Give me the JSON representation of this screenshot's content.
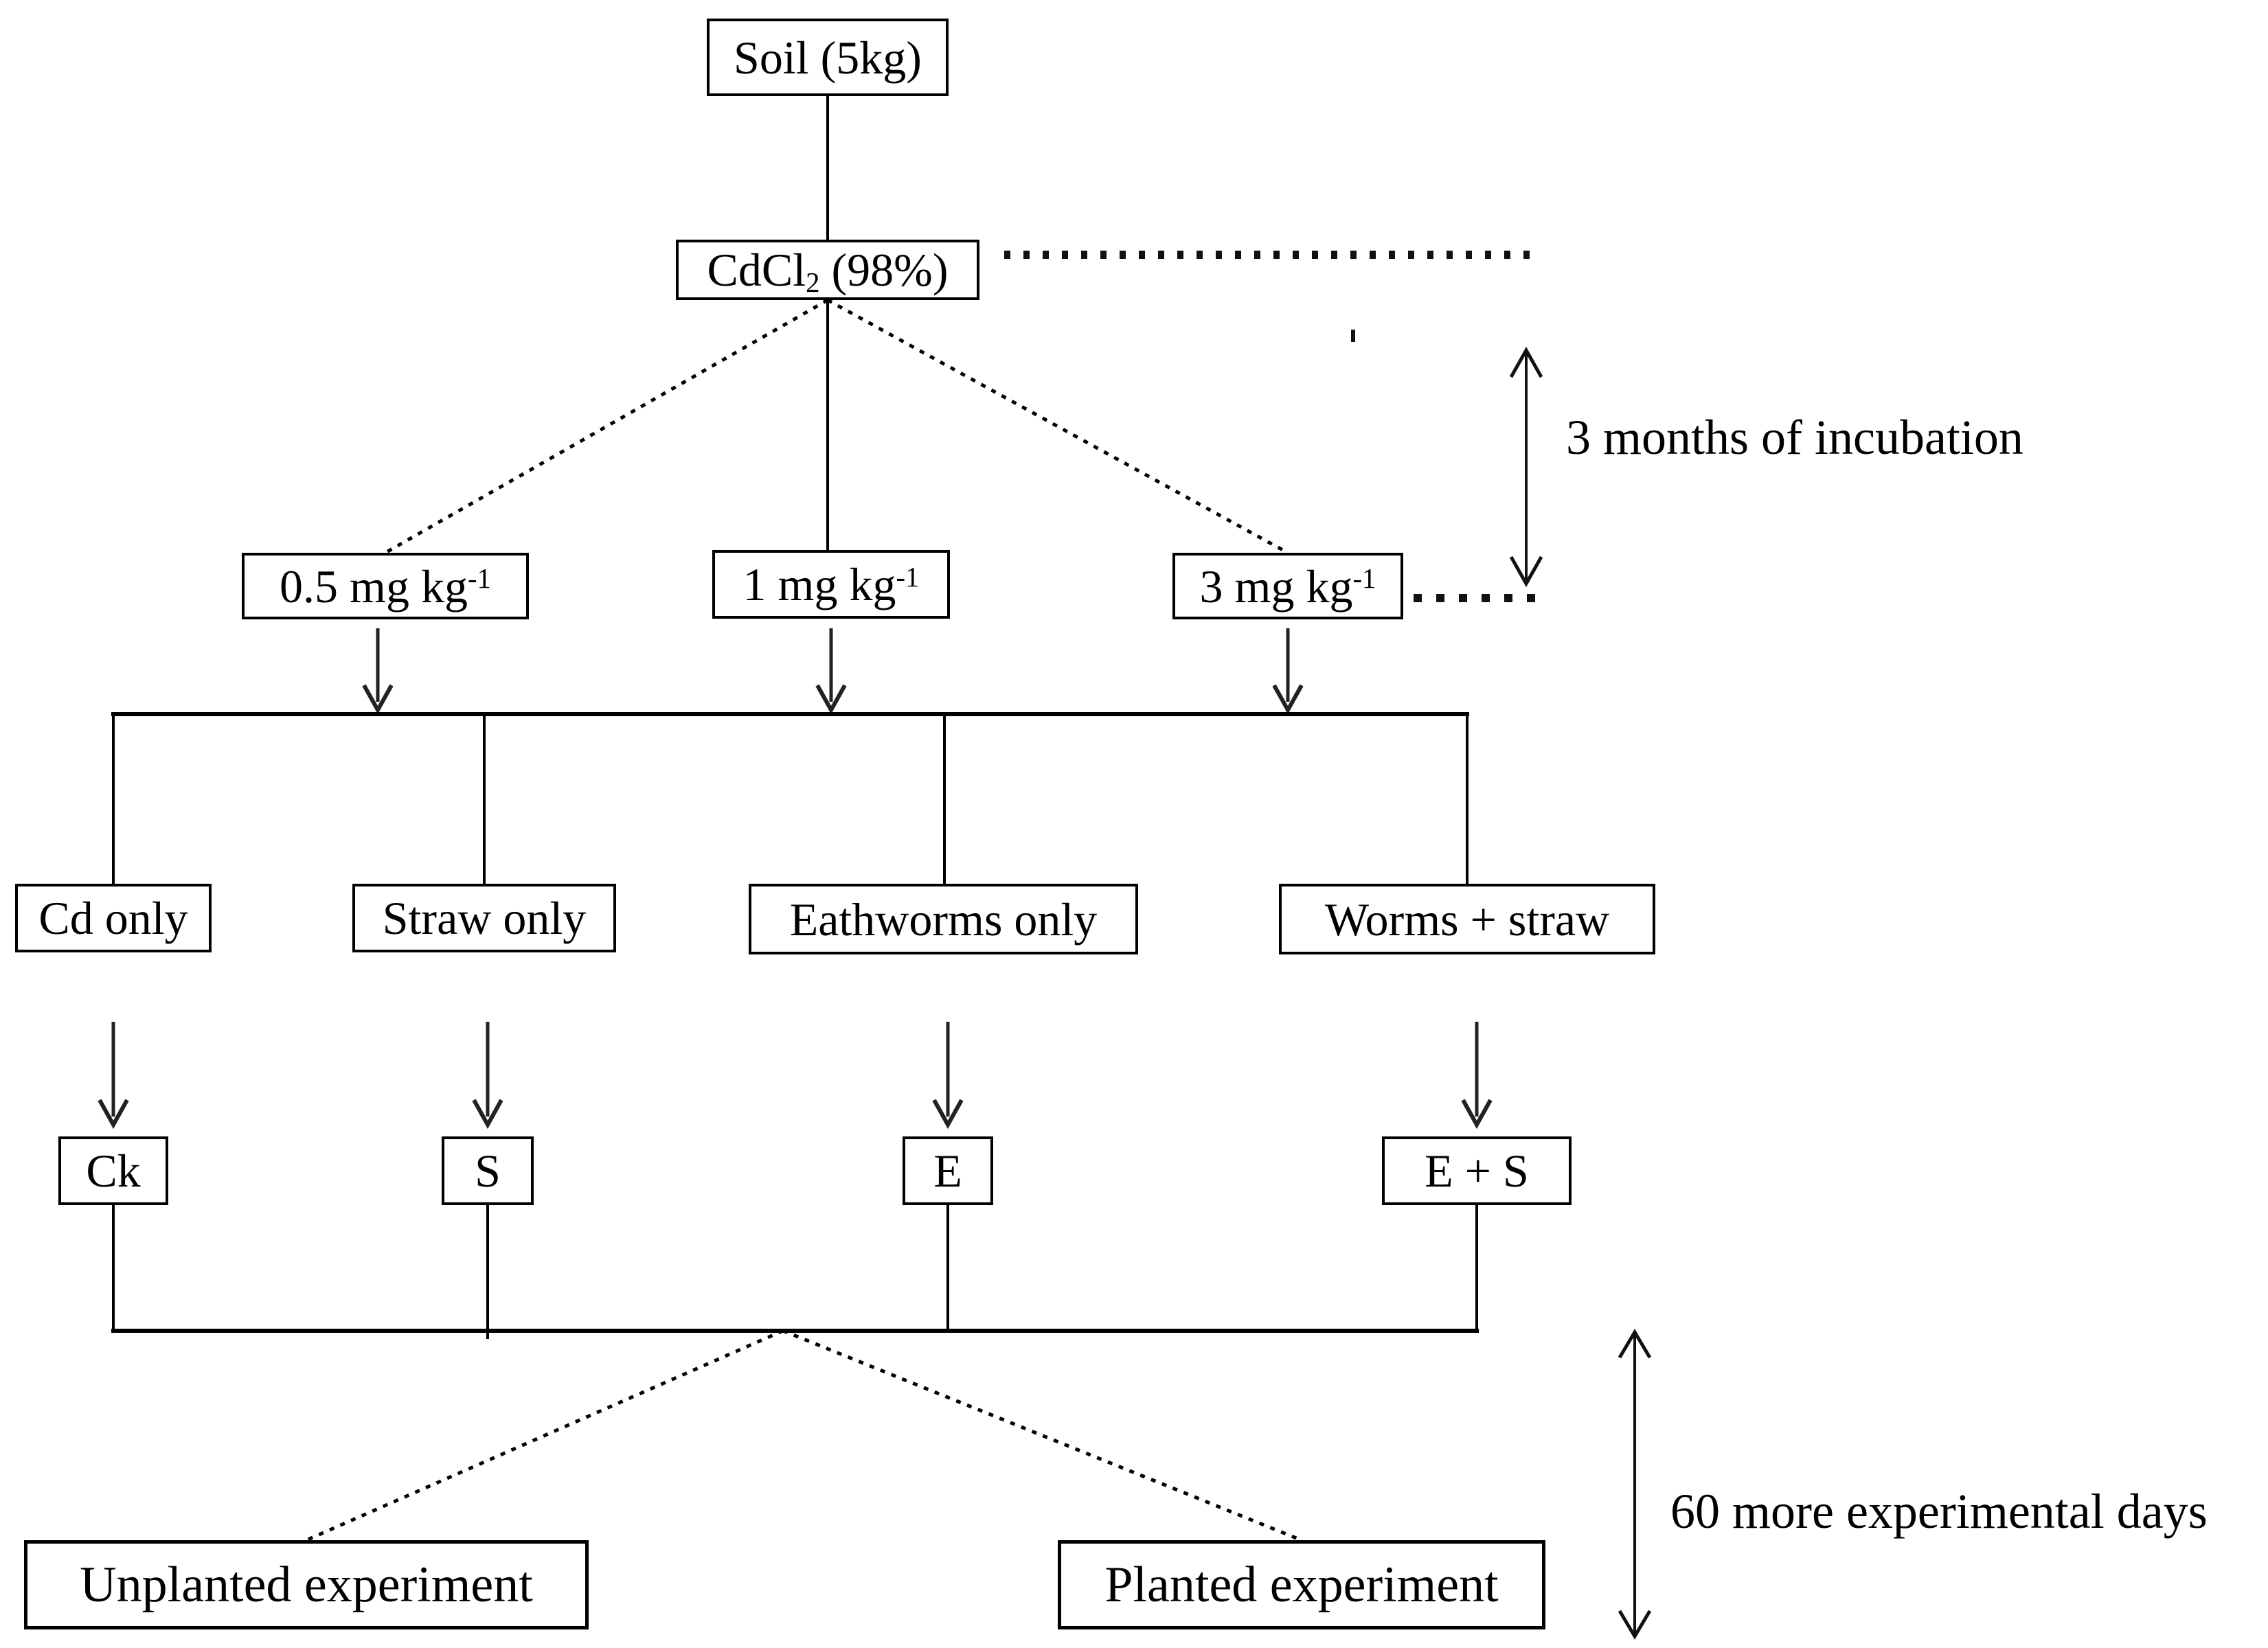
{
  "diagram": {
    "background_color": "#ffffff",
    "stroke_color": "#000000",
    "nodes": [
      {
        "id": "soil",
        "label": [
          [
            "t",
            "Soil (5kg)"
          ]
        ]
      },
      {
        "id": "cdcl2",
        "label": [
          [
            "t",
            "CdCl"
          ],
          [
            "sub",
            "2"
          ],
          [
            "t",
            " (98%)"
          ]
        ]
      },
      {
        "id": "dose-05",
        "label": [
          [
            "t",
            "0.5 mg kg"
          ],
          [
            "sup",
            "-1"
          ]
        ]
      },
      {
        "id": "dose-1",
        "label": [
          [
            "t",
            "1 mg kg"
          ],
          [
            "sup",
            "-1"
          ]
        ]
      },
      {
        "id": "dose-3",
        "label": [
          [
            "t",
            "3 mg kg"
          ],
          [
            "sup",
            "-1"
          ]
        ]
      },
      {
        "id": "cd-only",
        "label": [
          [
            "t",
            "Cd only"
          ]
        ]
      },
      {
        "id": "straw-only",
        "label": [
          [
            "t",
            "Straw only"
          ]
        ]
      },
      {
        "id": "earthworms-only",
        "label": [
          [
            "t",
            "Eathworms only"
          ]
        ]
      },
      {
        "id": "worms-straw",
        "label": [
          [
            "t",
            "Worms + straw"
          ]
        ]
      },
      {
        "id": "ck",
        "label": [
          [
            "t",
            "Ck"
          ]
        ]
      },
      {
        "id": "s",
        "label": [
          [
            "t",
            "S"
          ]
        ]
      },
      {
        "id": "e",
        "label": [
          [
            "t",
            "E"
          ]
        ]
      },
      {
        "id": "e-s",
        "label": [
          [
            "t",
            "E + S"
          ]
        ]
      },
      {
        "id": "unplanted",
        "label": [
          [
            "t",
            "Unplanted experiment"
          ]
        ]
      },
      {
        "id": "planted",
        "label": [
          [
            "t",
            "Planted experiment"
          ]
        ]
      }
    ],
    "annotations": [
      {
        "id": "incubation",
        "text": "3 months of incubation"
      },
      {
        "id": "sixty-days",
        "text": "60 more experimental days"
      }
    ]
  }
}
